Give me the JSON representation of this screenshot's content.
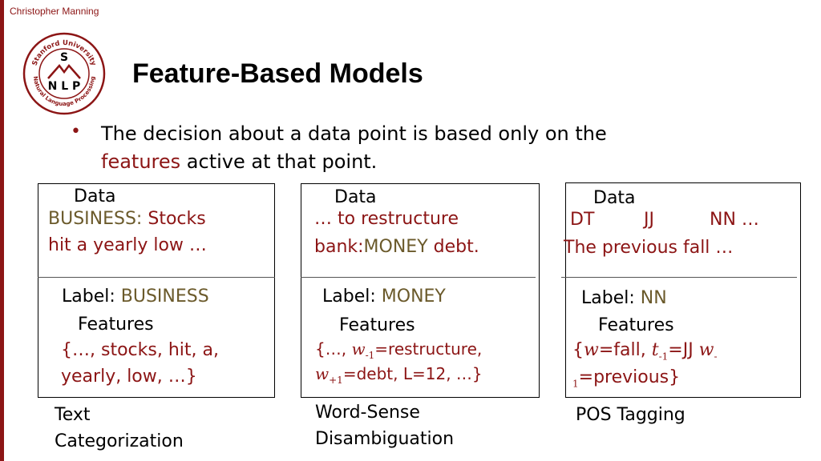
{
  "header": {
    "author": "Christopher Manning"
  },
  "logo": {
    "arc_top": "Stanford University",
    "arc_bottom": "Natural Language Processing",
    "letter_s": "S",
    "letters_nlp": "N L P"
  },
  "slide": {
    "title": "Feature-Based Models",
    "bullet": {
      "marker": "•",
      "text_a": "The decision about a data point is based only on the",
      "highlight": "features",
      "text_b": " active at that point."
    }
  },
  "panels": [
    {
      "data_heading": "Data",
      "data_label": "BUSINESS:",
      "data_line1_rest": " Stocks",
      "data_line2": "hit a yearly low …",
      "label_prefix": "Label: ",
      "label_value": "BUSINESS",
      "features_heading": "Features",
      "features_line1": "{…, stocks, hit, a,",
      "features_line2": "yearly, low, …}",
      "caption_line1": "Text",
      "caption_line2": "Categorization"
    },
    {
      "data_heading": "Data",
      "data_line1": "… to restructure",
      "data_line2_pre": "bank:",
      "data_line2_value": "MONEY",
      "data_line2_post": " debt.",
      "label_prefix": "Label: ",
      "label_value": "MONEY",
      "features_heading": "Features",
      "f_open": "{…, ",
      "f_w1": "w",
      "f_w1_sub": "-1",
      "f_w1_val": "=restructure,",
      "f_w2": "w",
      "f_w2_sub": "+1",
      "f_w2_val": "=debt, L=12, …}",
      "caption_line1": "Word-Sense",
      "caption_line2": "Disambiguation"
    },
    {
      "data_heading": "Data",
      "tag1": "DT",
      "tag2": "JJ",
      "tag3": "NN …",
      "data_line2": "The previous fall …",
      "label_prefix": "Label: ",
      "label_value": "NN",
      "features_heading": "Features",
      "f_open": "{",
      "f_w": "w",
      "f_w_val": "=fall, ",
      "f_t": "t",
      "f_t_sub": "-1",
      "f_t_val": "=JJ ",
      "f_w2": "w",
      "f_w2_sub_a": "-",
      "f_w2_sub_b": "1",
      "f_w2_val": "=previous}",
      "caption": "POS Tagging"
    }
  ]
}
